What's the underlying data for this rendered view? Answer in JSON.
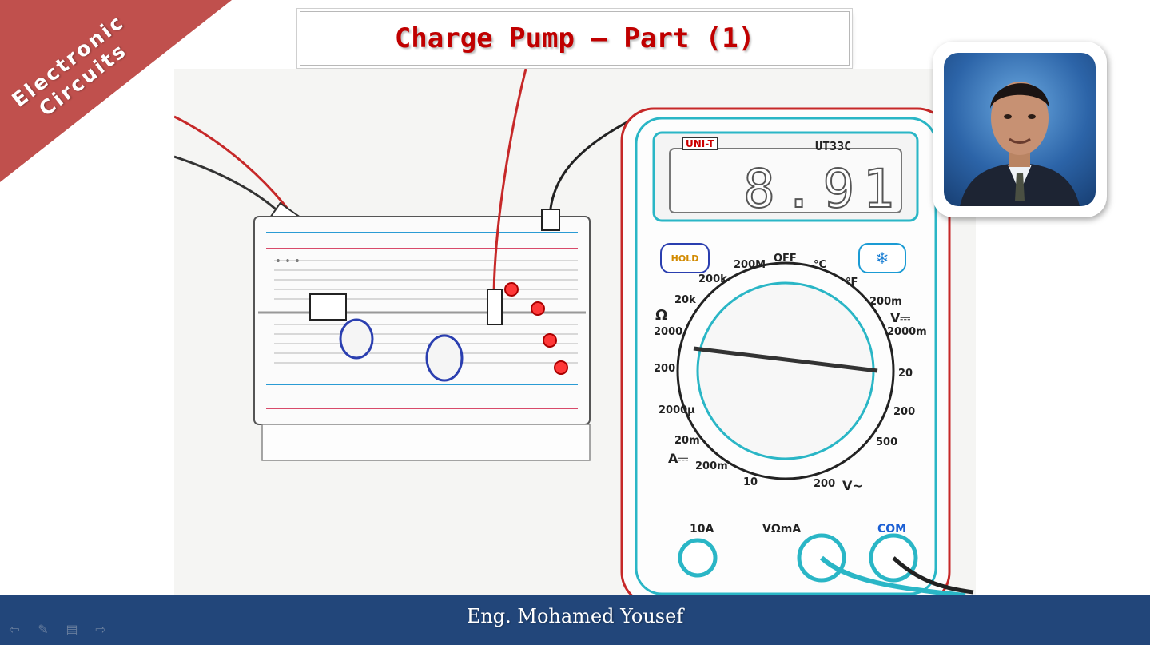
{
  "corner_banner": {
    "line1": "Electronic",
    "line2": "Circuits",
    "color": "#c0504d"
  },
  "title": "Charge Pump – Part (1)",
  "multimeter": {
    "brand": "UNI-T",
    "model": "UT33C",
    "reading": "8.91",
    "hold_label": "HOLD",
    "light_icon": "snowflake-icon",
    "dial_labels": [
      "OFF",
      "200M",
      "°C",
      "°F",
      "200k",
      "20k",
      "Ω",
      "2000",
      "200",
      "200m",
      "2000m",
      "V⎓",
      "20",
      "200",
      "500",
      "200m",
      "20m",
      "2000μ",
      "A⎓",
      "10",
      "200",
      "V~"
    ],
    "jack_labels": {
      "left": "10A",
      "mid": "VΩmA",
      "right": "COM"
    }
  },
  "presenter": {
    "name": "Eng. Mohamed Yousef"
  },
  "footer": {
    "color": "#22467a",
    "nav": [
      "arrow-left-icon",
      "pen-icon",
      "menu-icon",
      "arrow-right-icon"
    ]
  }
}
